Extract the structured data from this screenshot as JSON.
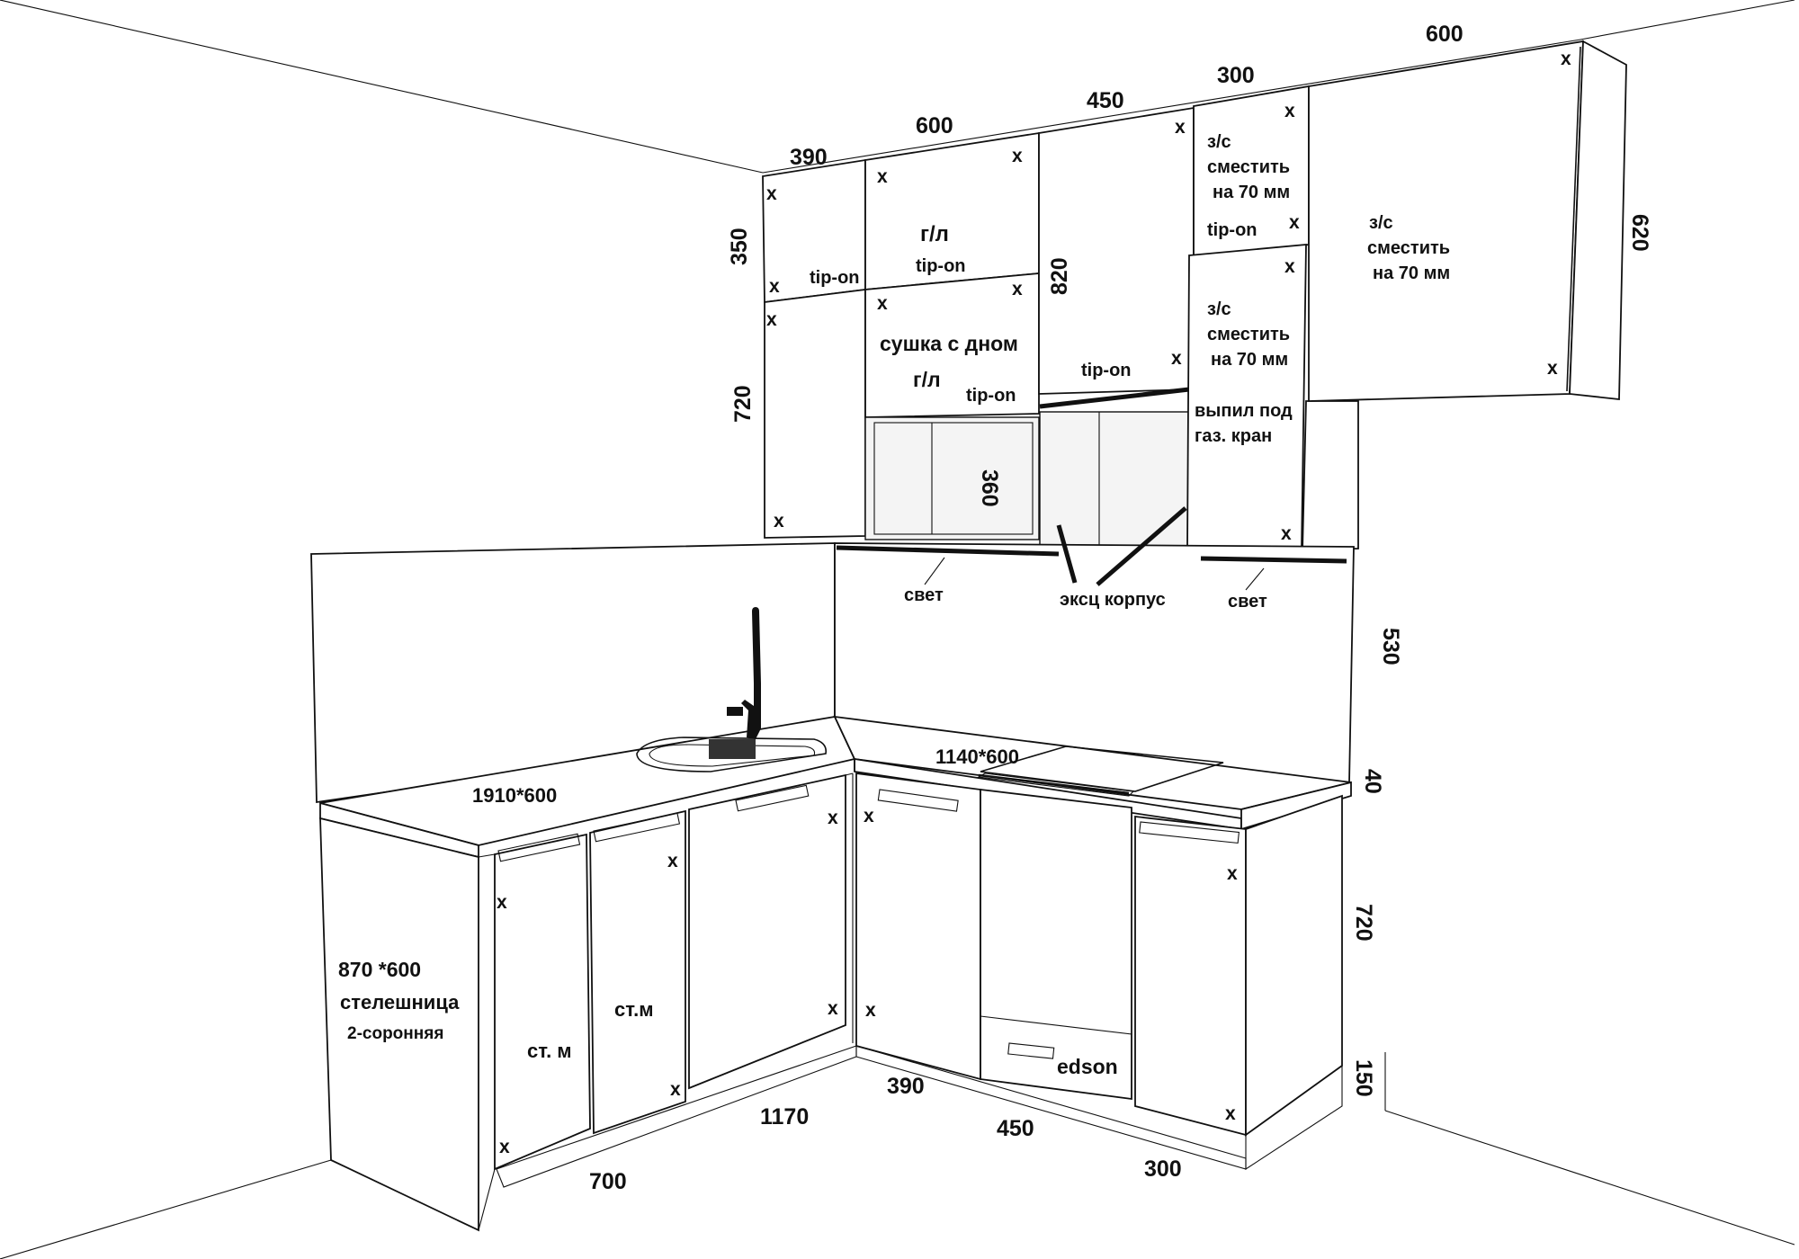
{
  "wall_cabinets": {
    "widths": [
      "390",
      "600",
      "450",
      "300",
      "600"
    ],
    "heights": {
      "top_row": "350",
      "left_lower": "720",
      "tall_middle": "820",
      "right_side": "620",
      "open_shelf": "360"
    },
    "labels": {
      "gl_top": "г/л",
      "tip_on": "tip-on",
      "dryer": "сушка с дном",
      "gl_bottom": "г/л",
      "zs": "з/с",
      "shift": "сместить",
      "shift_mm": "на 70 мм",
      "cutout_1": "выпил под",
      "cutout_2": "газ. кран"
    }
  },
  "backsplash": {
    "light_left": "свет",
    "light_right": "свет",
    "hood_box": "эксц корпус",
    "height": "530",
    "thickness": "40"
  },
  "countertops": {
    "left": "1910*600",
    "right": "1140*600",
    "side_1": "870 *600",
    "side_2": "стелешница",
    "side_3": "2-соронняя"
  },
  "base_cabinets": {
    "label_st_m_1": "ст. м",
    "label_st_m_2": "ст.м",
    "dishwasher_brand": "edson",
    "height": "720",
    "plinth": "150",
    "widths": [
      "700",
      "1170",
      "390",
      "450",
      "300"
    ]
  },
  "hinge_mark": "x"
}
